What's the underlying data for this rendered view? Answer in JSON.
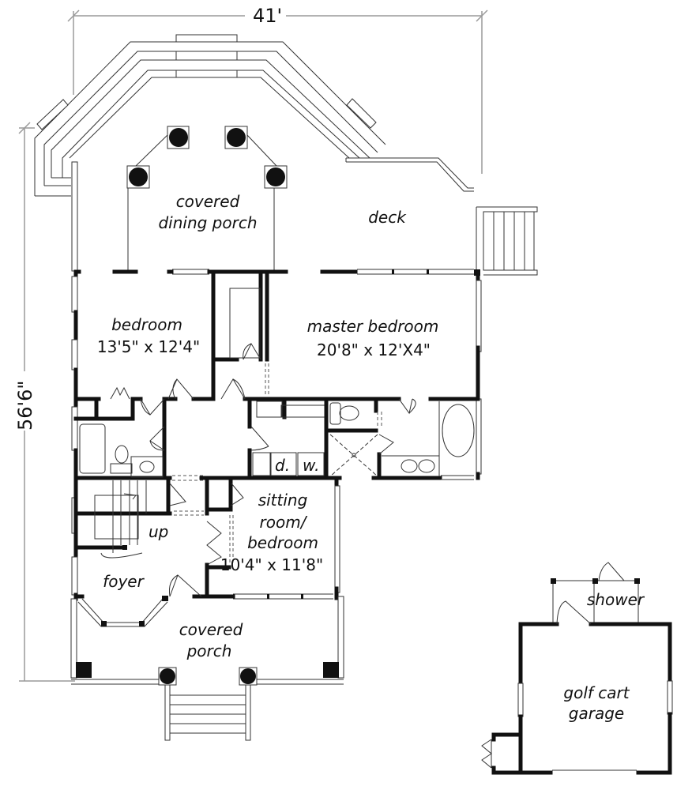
{
  "dimensions": {
    "width": "41'",
    "depth": "56'6\""
  },
  "rooms": [
    {
      "id": "covered-dining-porch",
      "label_lines": [
        "covered",
        "dining porch"
      ]
    },
    {
      "id": "deck",
      "label_lines": [
        "deck"
      ]
    },
    {
      "id": "bedroom",
      "label_lines": [
        "bedroom",
        "13'5\" x 12'4\""
      ]
    },
    {
      "id": "master-bedroom",
      "label_lines": [
        "master bedroom",
        "20'8\" x 12'X4\""
      ]
    },
    {
      "id": "laundry",
      "label_lines": [
        "d.",
        "w."
      ]
    },
    {
      "id": "sitting-room",
      "label_lines": [
        "sitting",
        "room/",
        "bedroom",
        "10'4\" x 11'8\""
      ]
    },
    {
      "id": "stairs",
      "label_lines": [
        "up"
      ]
    },
    {
      "id": "foyer",
      "label_lines": [
        "foyer"
      ]
    },
    {
      "id": "covered-porch",
      "label_lines": [
        "covered",
        "porch"
      ]
    },
    {
      "id": "shower",
      "label_lines": [
        "shower"
      ]
    },
    {
      "id": "golf-cart-garage",
      "label_lines": [
        "golf cart",
        "garage"
      ]
    }
  ],
  "colors": {
    "wall": "#111111",
    "line": "#333333",
    "dimension": "#9a9a9a",
    "background": "#ffffff"
  }
}
